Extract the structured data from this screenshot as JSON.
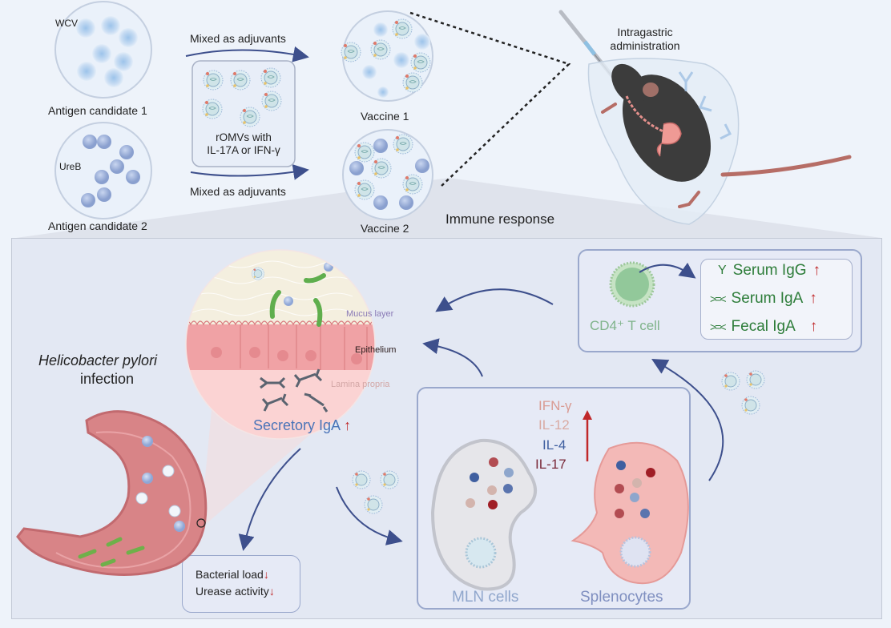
{
  "top": {
    "antigen1": {
      "inner_label": "WCV",
      "caption": "Antigen candidate 1"
    },
    "antigen2": {
      "inner_label": "UreB",
      "caption": "Antigen candidate 2"
    },
    "mix_top": "Mixed as adjuvants",
    "mix_bottom": "Mixed as adjuvants",
    "romv_box": {
      "line1": "rOMVs with",
      "line2": "IL-17A or IFN-γ"
    },
    "vaccine1": "Vaccine 1",
    "vaccine2": "Vaccine 2",
    "administration": {
      "line1": "Intragastric",
      "line2": "administration"
    },
    "immune_response": "Immune response"
  },
  "main": {
    "infection": {
      "line1": "Helicobacter pylori",
      "line2": "infection"
    },
    "mucosa": {
      "mucus_layer": "Mucus layer",
      "epithelium": "Epithelium",
      "lamina_propria": "Lamina propria",
      "secretory_iga": "Secretory IgA",
      "secretory_iga_trend": "up"
    },
    "outcomes": [
      {
        "label": "Bacterial load",
        "trend": "down"
      },
      {
        "label": "Urease activity",
        "trend": "down"
      }
    ],
    "cytokines": {
      "items": [
        {
          "label": "IFN-γ",
          "color": "#d99b93"
        },
        {
          "label": "IL-12",
          "color": "#d9aaa2"
        },
        {
          "label": "IL-4",
          "color": "#3f5fa0"
        },
        {
          "label": "IL-17",
          "color": "#7a2a3a"
        }
      ],
      "trend": "up"
    },
    "mln_label": "MLN cells",
    "spleno_label": "Splenocytes",
    "tcell_label": "CD4⁺ T cell",
    "antibodies": [
      {
        "label": "Serum IgG",
        "icon": "igg-antibody-icon",
        "trend": "up"
      },
      {
        "label": "Serum IgA",
        "icon": "iga-antibody-icon",
        "trend": "up"
      },
      {
        "label": "Fecal IgA",
        "icon": "iga-antibody-icon",
        "trend": "up"
      }
    ]
  },
  "colors": {
    "arrow": "#3d4f8c",
    "up_arrow": "#c0282a",
    "antibody_green": "#2e7d3a",
    "secretory_blue": "#4a74b8",
    "mln_text": "#8fa6cc",
    "spleno_text": "#7f8fc0",
    "tcell_text": "#7fb38a"
  },
  "glyphs": {
    "up": "↑",
    "down": "↓"
  }
}
